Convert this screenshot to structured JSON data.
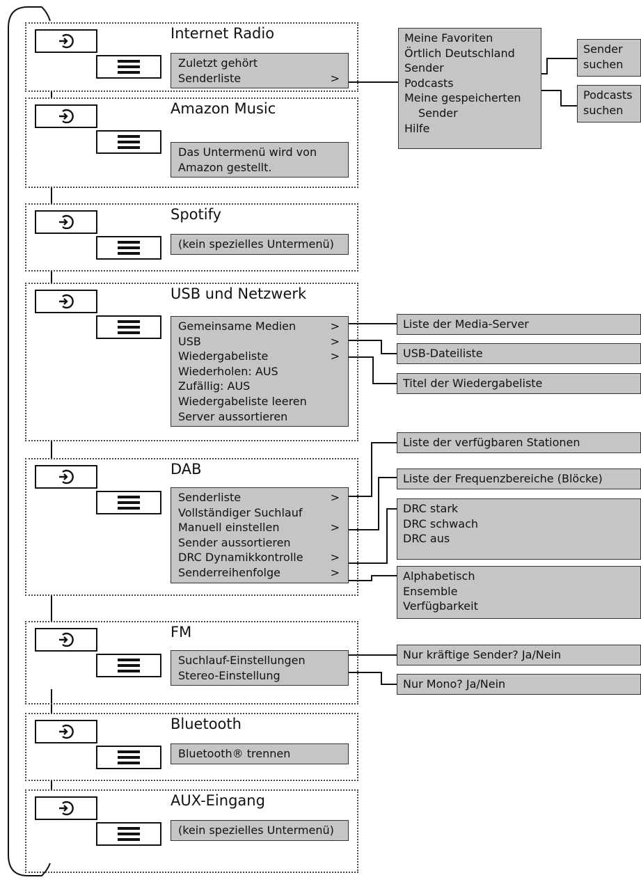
{
  "sections": [
    {
      "id": "internet-radio",
      "icon_source": "source-input-icon",
      "icon_menu": "menu-lines-icon",
      "title": "Internet Radio",
      "items": [
        {
          "label": "Zuletzt gehört",
          "arrow": ""
        },
        {
          "label": "Senderliste",
          "arrow": ">"
        }
      ]
    },
    {
      "id": "amazon-music",
      "icon_source": "source-input-icon",
      "icon_menu": "menu-lines-icon",
      "title": "Amazon Music",
      "items": [
        {
          "label": "Das Untermenü wird von",
          "arrow": ""
        },
        {
          "label": "Amazon gestellt.",
          "arrow": ""
        }
      ]
    },
    {
      "id": "spotify",
      "icon_source": "source-input-icon",
      "icon_menu": "menu-lines-icon",
      "title": "Spotify",
      "items": [
        {
          "label": "(kein spezielles Untermenü)",
          "arrow": ""
        }
      ]
    },
    {
      "id": "usb-netzwerk",
      "icon_source": "source-input-icon",
      "icon_menu": "menu-lines-icon",
      "title": "USB und Netzwerk",
      "items": [
        {
          "label": "Gemeinsame Medien",
          "arrow": ">"
        },
        {
          "label": "USB",
          "arrow": ">"
        },
        {
          "label": "Wiedergabeliste",
          "arrow": ">"
        },
        {
          "label": "Wiederholen: AUS",
          "arrow": ""
        },
        {
          "label": "Zufällig: AUS",
          "arrow": ""
        },
        {
          "label": "Wiedergabeliste leeren",
          "arrow": ""
        },
        {
          "label": "Server aussortieren",
          "arrow": ""
        }
      ]
    },
    {
      "id": "dab",
      "icon_source": "source-input-icon",
      "icon_menu": "menu-lines-icon",
      "title": "DAB",
      "items": [
        {
          "label": "Senderliste",
          "arrow": ">"
        },
        {
          "label": "Vollständiger Suchlauf",
          "arrow": ""
        },
        {
          "label": "Manuell einstellen",
          "arrow": ">"
        },
        {
          "label": "Sender aussortieren",
          "arrow": ""
        },
        {
          "label": "DRC Dynamikkontrolle",
          "arrow": ">"
        },
        {
          "label": "Senderreihenfolge",
          "arrow": ">"
        }
      ]
    },
    {
      "id": "fm",
      "icon_source": "source-input-icon",
      "icon_menu": "menu-lines-icon",
      "title": "FM",
      "items": [
        {
          "label": "Suchlauf-Einstellungen",
          "arrow": ""
        },
        {
          "label": "Stereo-Einstellung",
          "arrow": ""
        }
      ]
    },
    {
      "id": "bluetooth",
      "icon_source": "source-input-icon",
      "icon_menu": "menu-lines-icon",
      "title": "Bluetooth",
      "items": [
        {
          "label": "Bluetooth® trennen",
          "arrow": ""
        }
      ]
    },
    {
      "id": "aux-eingang",
      "icon_source": "source-input-icon",
      "icon_menu": "menu-lines-icon",
      "title": "AUX-Eingang",
      "items": [
        {
          "label": "(kein spezielles Untermenü)",
          "arrow": ""
        }
      ]
    }
  ],
  "submenus": [
    {
      "id": "radio-senderliste",
      "lines": [
        "Meine Favoriten",
        "Örtlich Deutschland",
        "Sender",
        "Podcasts",
        "Meine gespeicherten",
        "  Sender",
        "Hilfe"
      ]
    },
    {
      "id": "sender-suchen",
      "lines": [
        "Sender",
        "suchen"
      ]
    },
    {
      "id": "podcasts-suchen",
      "lines": [
        "Podcasts",
        "suchen"
      ]
    },
    {
      "id": "media-server",
      "lines": [
        "Liste der Media-Server"
      ]
    },
    {
      "id": "usb-dateiliste",
      "lines": [
        "USB-Dateiliste"
      ]
    },
    {
      "id": "titel-wiedergabeliste",
      "lines": [
        "Titel der Wiedergabeliste"
      ]
    },
    {
      "id": "verfuegbare-stationen",
      "lines": [
        "Liste der verfügbaren Stationen"
      ]
    },
    {
      "id": "frequenzbereiche",
      "lines": [
        "Liste der Frequenzbereiche (Blöcke)"
      ]
    },
    {
      "id": "drc-options",
      "lines": [
        "DRC stark",
        "DRC schwach",
        "DRC aus"
      ]
    },
    {
      "id": "senderreihenfolge-options",
      "lines": [
        "Alphabetisch",
        "Ensemble",
        "Verfügbarkeit"
      ]
    },
    {
      "id": "kraeftige-sender",
      "lines": [
        "Nur kräftige Sender? Ja/Nein"
      ]
    },
    {
      "id": "nur-mono",
      "lines": [
        "Nur Mono? Ja/Nein"
      ]
    }
  ]
}
